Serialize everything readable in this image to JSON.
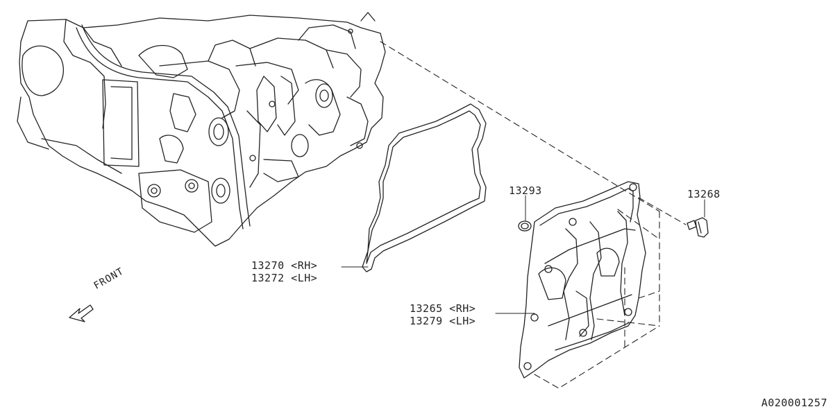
{
  "callouts": {
    "gasket_rh": "13270 <RH>",
    "gasket_lh": "13272 <LH>",
    "seal": "13293",
    "bolt": "13268",
    "cover_rh": "13265 <RH>",
    "cover_lh": "13279 <LH>"
  },
  "front_label": "FRONT",
  "reference_code": "A020001257"
}
